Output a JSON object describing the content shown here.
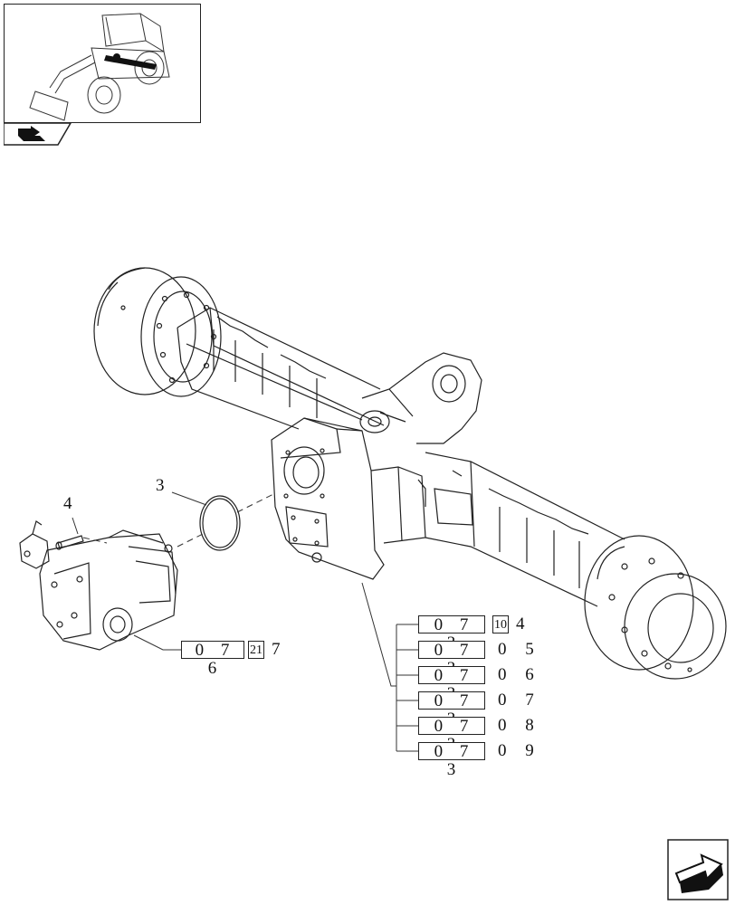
{
  "callouts": {
    "item_3": "3",
    "item_4": "4"
  },
  "motor_ref": {
    "main": "0 7 6",
    "box": "21",
    "suffix": "7"
  },
  "axle_refs": [
    {
      "main": "0 7 3",
      "box": "10",
      "suffix": "4"
    },
    {
      "main": "0 7 3",
      "box": "",
      "suffix": "0 5"
    },
    {
      "main": "0 7 3",
      "box": "",
      "suffix": "0 6"
    },
    {
      "main": "0 7 3",
      "box": "",
      "suffix": "0 7"
    },
    {
      "main": "0 7 3",
      "box": "",
      "suffix": "0 8"
    },
    {
      "main": "0 7 3",
      "box": "",
      "suffix": "0 9"
    }
  ],
  "icons": {
    "thumbnail": "wheel-loader-thumbnail",
    "back": "back-arrow-icon",
    "next": "next-page-arrow-icon"
  }
}
